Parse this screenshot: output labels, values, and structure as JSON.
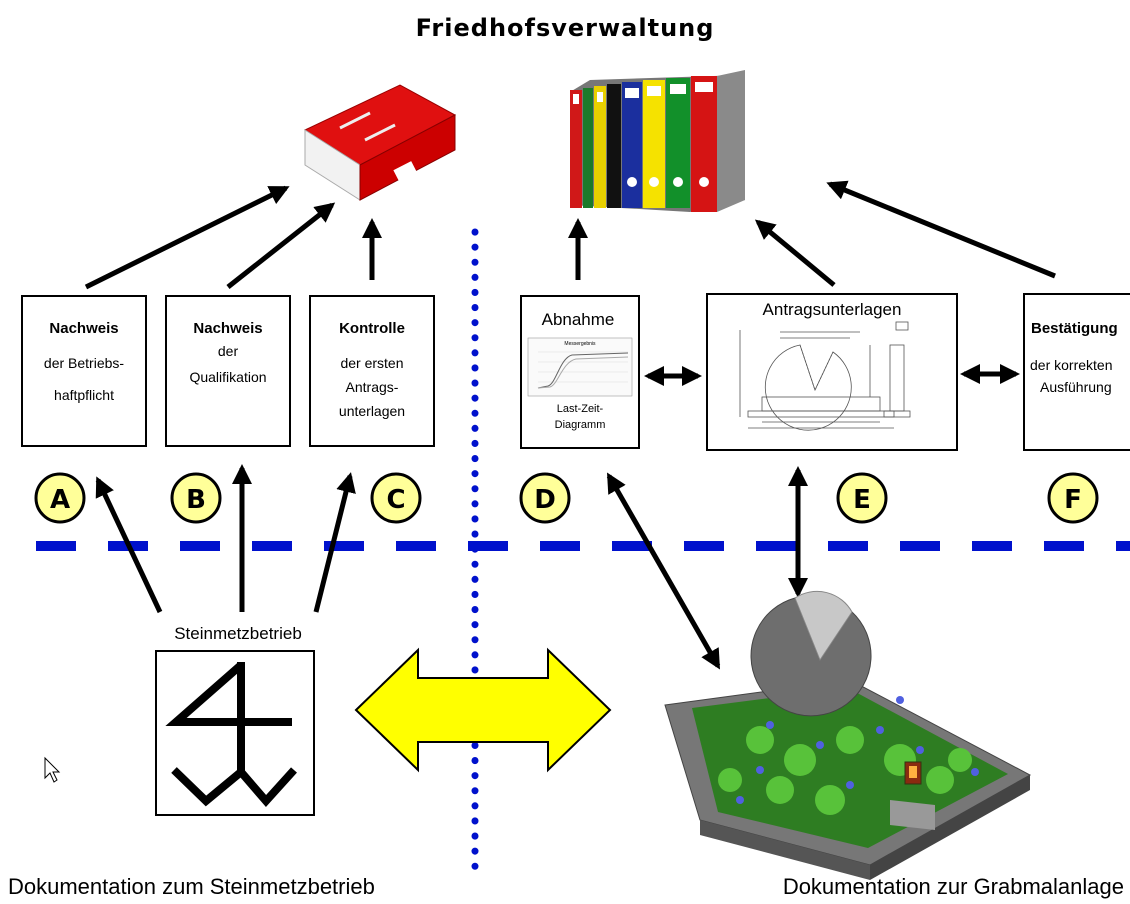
{
  "title": "Friedhofsverwaltung",
  "boxes": {
    "a": {
      "head": "Nachweis",
      "lines": [
        "der Betriebs-",
        "haftpflicht"
      ]
    },
    "b": {
      "head": "Nachweis",
      "lines": [
        "der",
        "Qualifikation"
      ]
    },
    "c": {
      "head": "Kontrolle",
      "lines": [
        "der ersten",
        "Antrags-",
        "unterlagen"
      ]
    },
    "d": {
      "head": "Abnahme",
      "chart_title": "Messergebnis",
      "lines": [
        "Last-Zeit-",
        "Diagramm"
      ]
    },
    "e": {
      "head": "Antragsunterlagen"
    },
    "f": {
      "head": "Bestätigung",
      "lines": [
        "der korrekten",
        "Ausführung"
      ]
    }
  },
  "circles": [
    "A",
    "B",
    "C",
    "D",
    "E",
    "F"
  ],
  "steinmetz_label": "Steinmetzbetrieb",
  "captions": {
    "left": "Dokumentation zum Steinmetzbetrieb",
    "right": "Dokumentation zur Grabmalanlage"
  },
  "colors": {
    "dash_blue": "#0011cc",
    "circle_fill": "#ffff99",
    "arrow_yellow": "#ffff00",
    "binder_red": "#e01010"
  }
}
